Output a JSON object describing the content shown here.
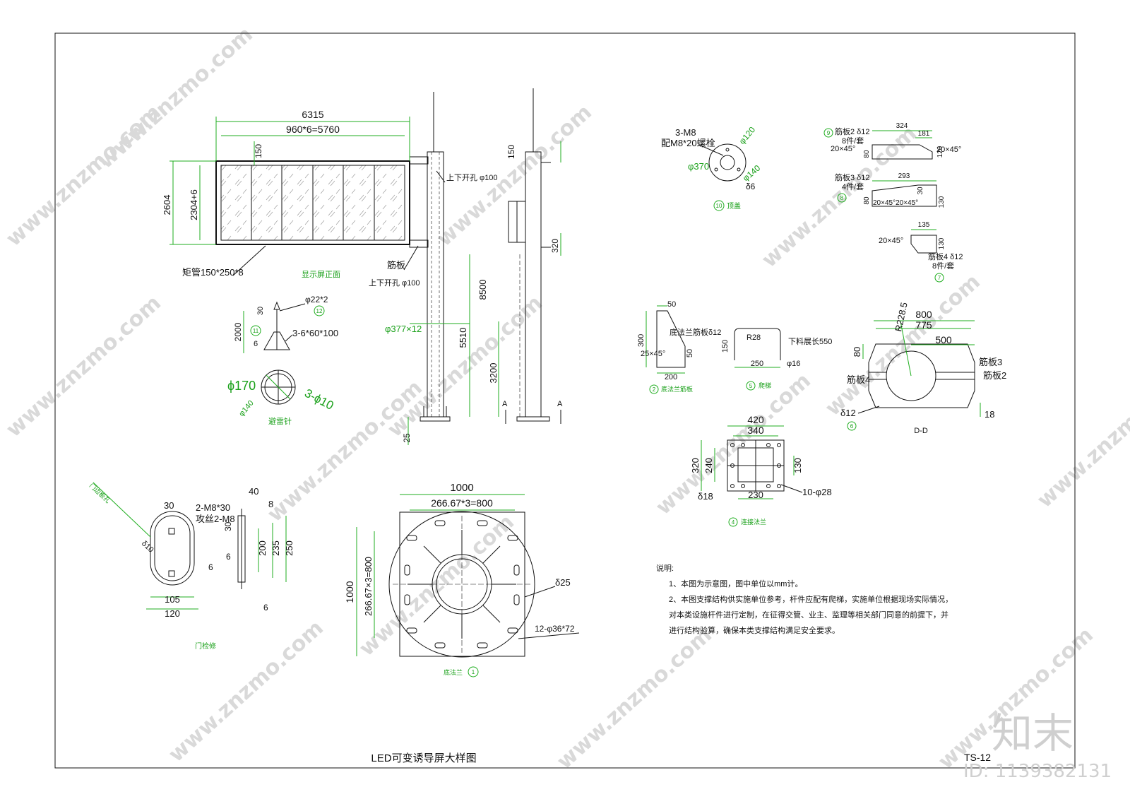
{
  "sheet": {
    "title": "LED可变诱导屏大样图",
    "drawing_number": "TS-12",
    "watermark_domain": "www.znzmo.com",
    "watermark_brand": "知末",
    "watermark_id": "ID: 1139382131"
  },
  "front_view": {
    "caption": "显示屏正面",
    "dim_total": "6315",
    "dim_panels": "960*6=5760",
    "dim_height": "2604",
    "dim_inner": "2304+6",
    "dim_top": "150",
    "member": "矩管150*250*8",
    "rib": "筋板",
    "hole_top": "上下开孔 φ100",
    "hole_bottom": "上下开孔 φ100",
    "pole": "φ377×12",
    "h8500": "8500",
    "h5510": "5510",
    "h3200": "3200",
    "h25": "25",
    "side_150": "150",
    "side_320": "320",
    "section_a": "A"
  },
  "lightning_rod": {
    "caption": "避雷针",
    "d1": "φ22*2",
    "d2": "3-6*60*100",
    "h2000": "2000",
    "h30": "30",
    "h6": "6",
    "c1": "11",
    "c2": "12",
    "d170": "ϕ170",
    "d140": "φ140",
    "d3": "3-ϕ10"
  },
  "top_cap": {
    "caption": "顶盖",
    "num": "10",
    "bolt1": "3-M8",
    "bolt2": "配M8*20螺栓",
    "d120": "φ120",
    "d370": "φ370",
    "d140": "φ140",
    "d6": "δ6"
  },
  "ribs": {
    "r2_label": "筋板2 δ12",
    "r2_qty": "8件/套",
    "r2_324": "324",
    "r2_181": "181",
    "r2_80": "80",
    "r2_120": "120",
    "r2_ch": "20×45°",
    "r2_num": "9",
    "r3_label": "筋板3 δ12",
    "r3_qty": "4件/套",
    "r3_293": "293",
    "r3_80": "80",
    "r3_130": "130",
    "r3_30": "30",
    "r3_ch": "20×45°20×45°",
    "r3_num": "8",
    "r4_135": "135",
    "r4_130": "130",
    "r4_ch": "20×45°",
    "r4_label": "筋板4 δ12",
    "r4_qty": "8件/套",
    "r4_num": "7"
  },
  "flange_rib": {
    "caption": "底法兰筋板",
    "num": "2",
    "label": "底法兰筋板δ12",
    "d50": "50",
    "d300": "300",
    "d200": "200",
    "d50b": "50",
    "ch": "25×45°"
  },
  "ladder": {
    "caption": "爬梯",
    "num": "5",
    "r": "R28",
    "d150": "150",
    "d250": "250",
    "d16": "φ16",
    "len": "下料展长550"
  },
  "section_dd": {
    "caption": "D-D",
    "d800": "800",
    "d775": "775",
    "d500": "500",
    "d80": "80",
    "r": "R228.5",
    "rib3": "筋板3",
    "rib2": "筋板2",
    "rib4": "筋板4",
    "t12": "δ12",
    "num": "6",
    "d18": "18"
  },
  "conn_flange": {
    "caption": "连接法兰",
    "num": "4",
    "d420": "420",
    "d340": "340",
    "d320": "320",
    "d240": "240",
    "d130": "130",
    "d230": "230",
    "t18": "δ18",
    "holes": "10-φ28"
  },
  "door": {
    "caption": "门检修",
    "side_label": "门边板孔",
    "d40": "40",
    "d30": "30",
    "d8": "8",
    "bolts1": "2-M8*30",
    "bolts2": "攻丝2-M8",
    "d200": "200",
    "d235": "235",
    "d250": "250",
    "d6": "6",
    "d6b": "6",
    "d6c": "6",
    "d30b": "30",
    "d105": "105",
    "d120": "120",
    "t10": "δ10"
  },
  "base_flange": {
    "caption": "底法兰",
    "num": "1",
    "d1000": "1000",
    "d800": "266.67*3=800",
    "h1000": "1000",
    "h800": "266.67×3=800",
    "t25": "δ25",
    "holes": "12-φ36*72"
  },
  "notes": {
    "title": "说明:",
    "lines": [
      "1、本图为示意图，图中单位以mm计。",
      "2、本图支撑结构供实施单位参考，杆件应配有爬梯，实施单位根据现场实际情况，",
      "对本类设施杆件进行定制，在征得交管、业主、监理等相关部门同意的前提下，并",
      "进行结构验算，确保本类支撑结构满足安全要求。"
    ]
  }
}
